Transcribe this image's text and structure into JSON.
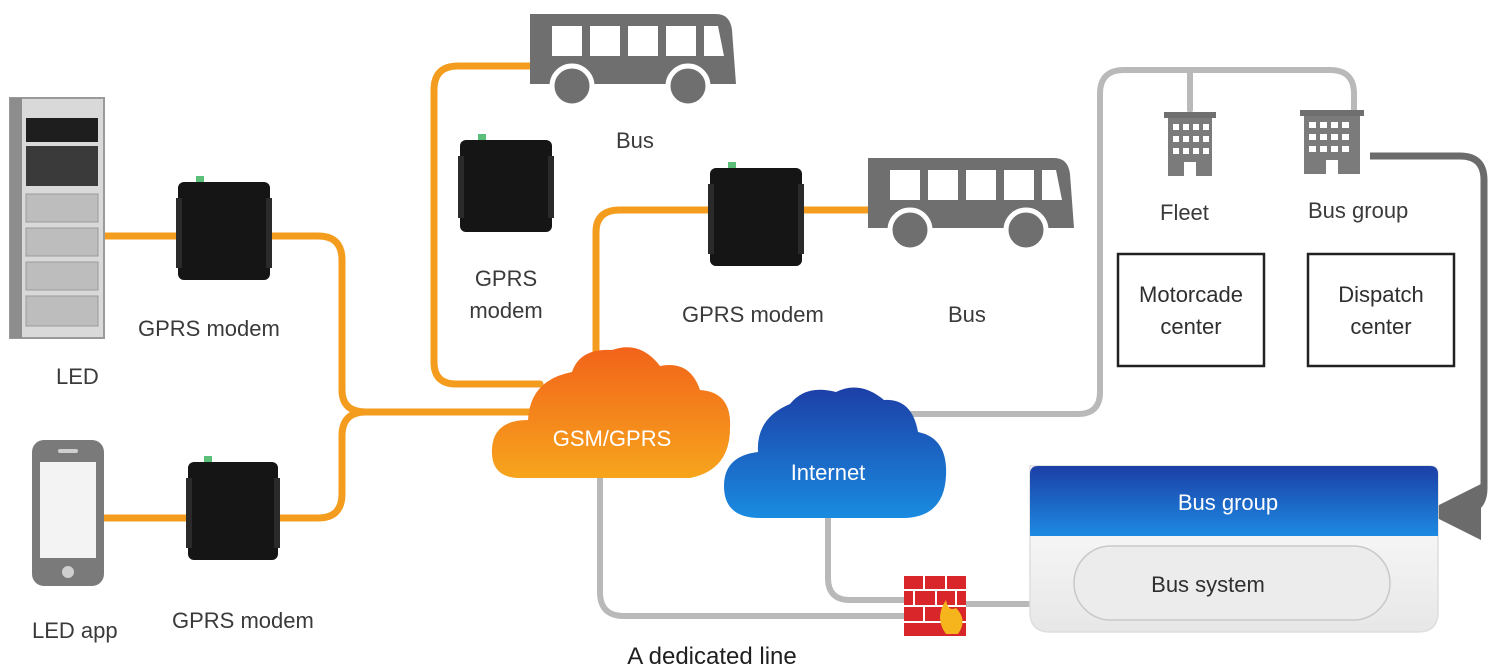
{
  "labels": {
    "led": "LED",
    "led_app": "LED app",
    "gprs_modem_top_left": "GPRS modem",
    "gprs_modem_bottom_left": "GPRS modem",
    "gprs_modem_center_line1": "GPRS",
    "gprs_modem_center_line2": "modem",
    "gprs_modem_right": "GPRS modem",
    "bus_top": "Bus",
    "bus_right": "Bus",
    "fleet": "Fleet",
    "bus_group_building": "Bus group",
    "motorcade_line1": "Motorcade",
    "motorcade_line2": "center",
    "dispatch_line1": "Dispatch",
    "dispatch_line2": "center",
    "gsm_cloud": "GSM/GPRS",
    "internet_cloud": "Internet",
    "server_header": "Bus group",
    "server_body": "Bus system",
    "dedicated_line": "A dedicated line"
  },
  "colors": {
    "orange_link": "#f39c1e",
    "gray_link": "#b9b9b9",
    "dark_gray": "#6b6b6b",
    "modem": "#151515",
    "gsm_cloud": "#f07a12",
    "internet_cloud": "#1557c0",
    "firewall": "#d9262a"
  },
  "icons": {
    "led_panel": "led-display-icon",
    "phone": "smartphone-icon",
    "modem": "gprs-modem-icon",
    "bus": "bus-icon",
    "building": "building-icon",
    "firewall": "firewall-icon",
    "server": "server-icon"
  }
}
